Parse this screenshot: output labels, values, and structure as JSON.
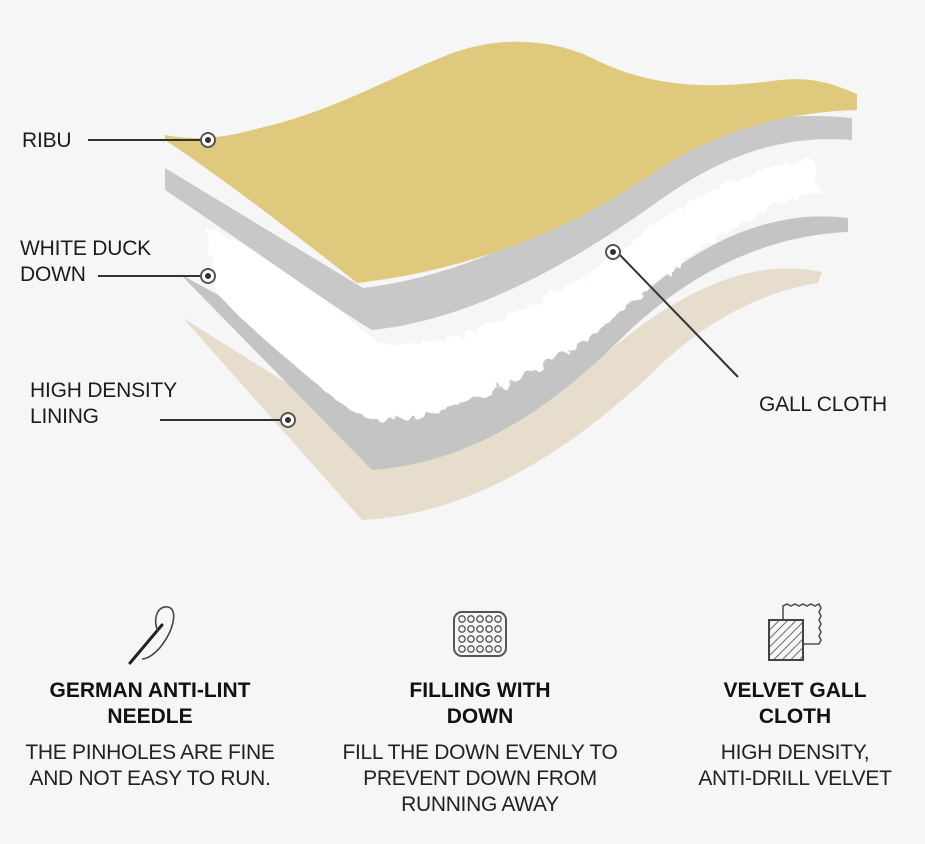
{
  "diagram": {
    "layers": [
      {
        "name": "ribbon-layer",
        "color": "#dfc97c"
      },
      {
        "name": "gall-cloth-layer",
        "color": "#c8c8c8"
      },
      {
        "name": "white-duck-down-layer",
        "color": "#ffffff"
      },
      {
        "name": "lining-layer",
        "color": "#c4c4c4"
      },
      {
        "name": "base-layer",
        "color": "#e6ddcc"
      }
    ],
    "labels": {
      "ribbon": "RIBU",
      "down_line1": "WHITE DUCK",
      "down_line2": "DOWN",
      "lining_line1": "HIGH DENSITY",
      "lining_line2": "LINING",
      "gall_cloth": "GALL CLOTH"
    }
  },
  "features": [
    {
      "icon": "needle-icon",
      "title_line1": "GERMAN ANTI-LINT",
      "title_line2": "NEEDLE",
      "desc_line1": "THE PINHOLES ARE FINE",
      "desc_line2": "AND NOT EASY TO RUN.",
      "desc_line3": ""
    },
    {
      "icon": "quilted-grid-icon",
      "title_line1": "FILLING WITH",
      "title_line2": "DOWN",
      "desc_line1": "FILL THE DOWN EVENLY TO",
      "desc_line2": "PREVENT DOWN FROM",
      "desc_line3": "RUNNING AWAY"
    },
    {
      "icon": "fabric-swatch-icon",
      "title_line1": "VELVET GALL",
      "title_line2": "CLOTH",
      "desc_line1": "HIGH DENSITY,",
      "desc_line2": "ANTI-DRILL VELVET",
      "desc_line3": ""
    }
  ]
}
